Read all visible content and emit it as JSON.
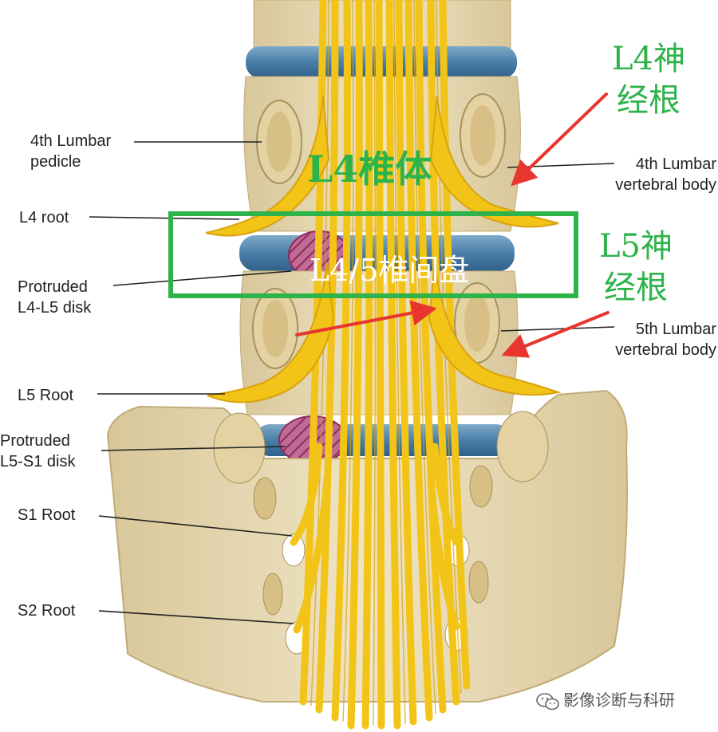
{
  "labels": {
    "l4_pedicle": "4th Lumbar\npedicle",
    "l4_root": "L4 root",
    "protruded_l4l5": "Protruded\nL4-L5 disk",
    "l5_root": "L5 Root",
    "protruded_l5s1": "Protruded\nL5-S1 disk",
    "s1_root": "S1 Root",
    "s2_root": "S2 Root",
    "l4_vertebral_body": "4th Lumbar\nvertebral body",
    "l5_vertebral_body": "5th Lumbar\nvertebral body"
  },
  "annotations": {
    "l4_nerve_root_cn": "L4神\n经根",
    "l4_vertebral_body_cn": "L4椎体",
    "l45_disc_cn": "L4/5椎间盘",
    "l5_nerve_root_cn": "L5神\n经根"
  },
  "watermark": "影像诊断与科研",
  "colors": {
    "bone": "#e9dcb4",
    "bone_shadow": "#cdb98a",
    "disc": "#4a7fa8",
    "nerve": "#f2c418",
    "nerve_dark": "#d9a20f",
    "herniation": "#b03a6a",
    "highlight_box": "#2db34a",
    "arrow": "#e8362f",
    "annotation_text": "#2db34a"
  },
  "icons": {
    "watermark": "wechat-icon"
  }
}
